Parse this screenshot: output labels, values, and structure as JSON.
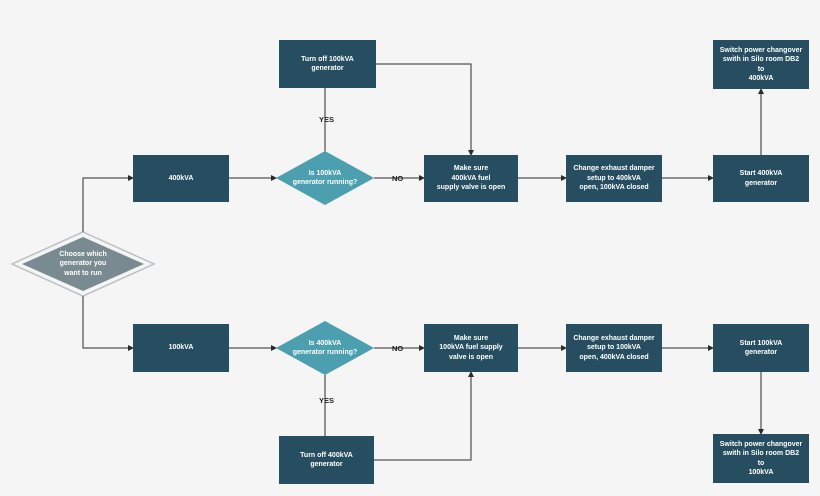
{
  "colors": {
    "box_fill": "#264e60",
    "diamond_fill": "#4b9fae",
    "start_diamond_fill": "#7a8a91",
    "line": "#2b2b2b",
    "background": "#f5f5f6"
  },
  "nodes": {
    "choose": "Choose which\ngenerator you\nwant to run",
    "top": {
      "gen": "400kVA",
      "question": "Is 100kVA\ngenerator running?",
      "turn_off": "Turn off 100kVA\ngenerator",
      "fuel_valve": "Make sure\n400kVA fuel\nsupply valve is open",
      "damper": "Change exhaust damper\nsetup to 400kVA\nopen, 100kVA closed",
      "start": "Start 400kVA\ngenerator",
      "switch": "Switch power changover\nswith in Silo room DB2 to\n400kVA"
    },
    "bottom": {
      "gen": "100kVA",
      "question": "Is 400kVA\ngenerator running?",
      "turn_off": "Turn off 400kVA\ngenerator",
      "fuel_valve": "Make sure\n100kVA fuel supply\nvalve is open",
      "damper": "Change exhaust damper\nsetup to 100kVA\nopen, 400kVA closed",
      "start": "Start 100kVA\ngenerator",
      "switch": "Switch power changover\nswith in Silo room DB2 to\n100kVA"
    }
  },
  "labels": {
    "yes": "YES",
    "no": "NO"
  }
}
